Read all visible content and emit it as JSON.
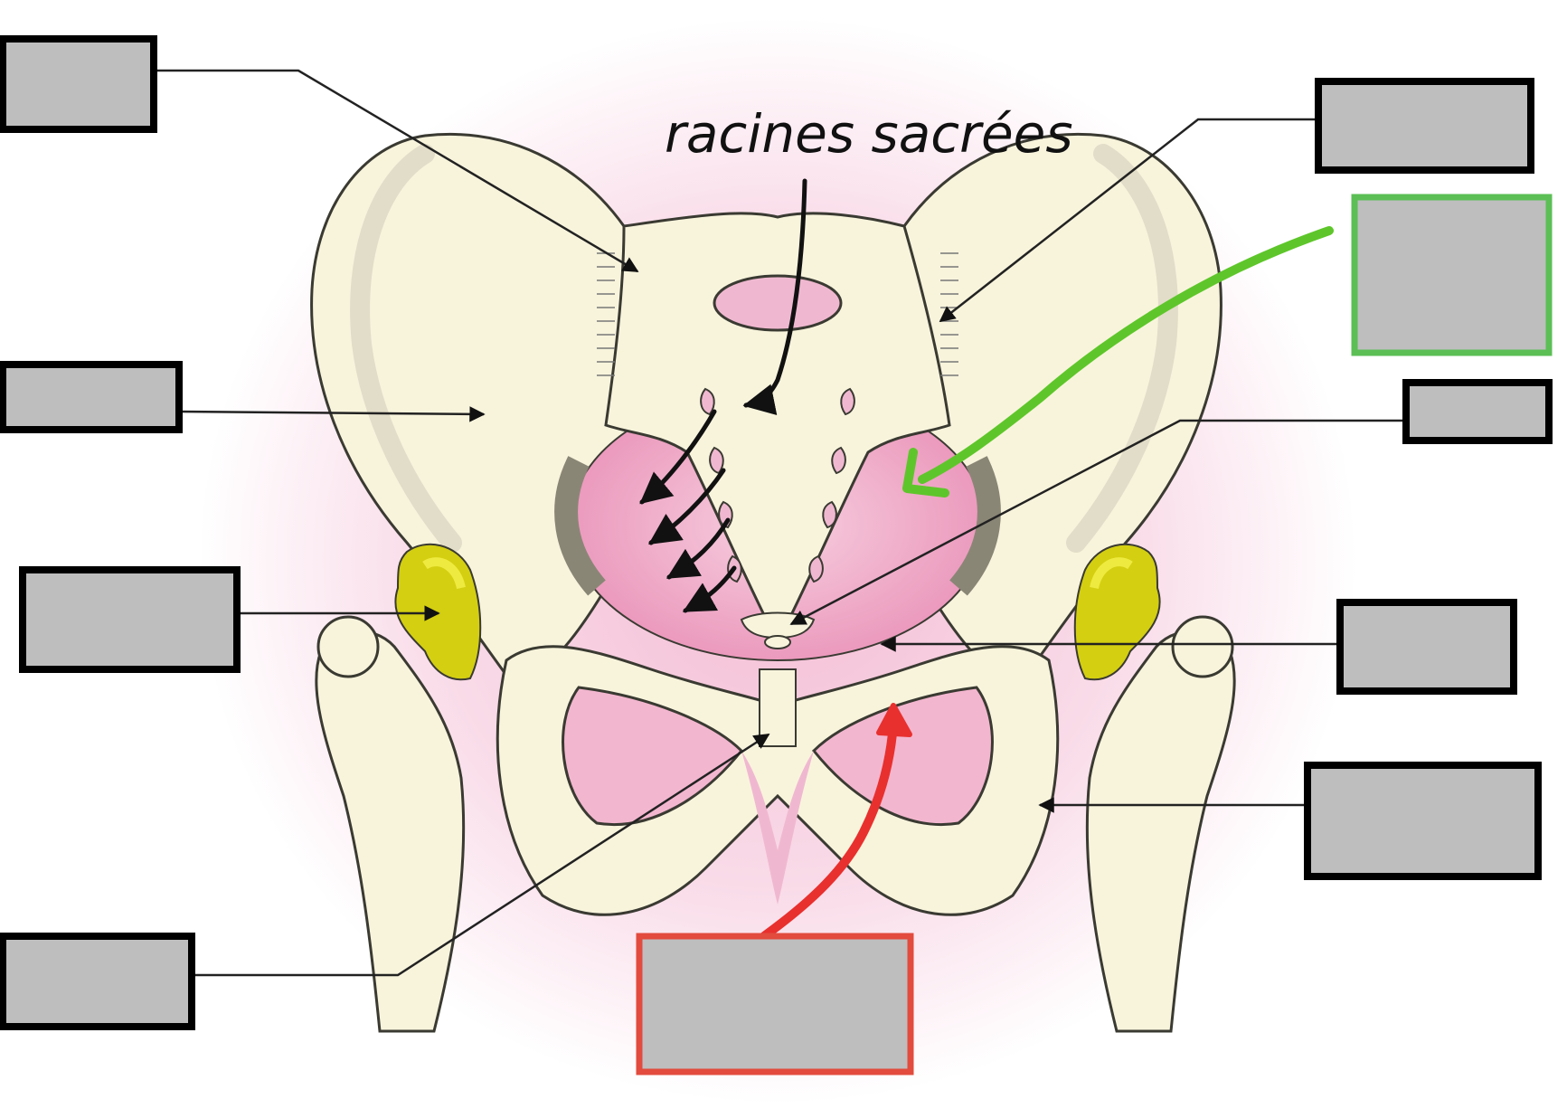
{
  "annotation": {
    "handwritten_label": "racines sacrées"
  },
  "colors": {
    "bone_fill": "#f8f4dc",
    "bone_shade": "#e2ddc8",
    "bone_outline": "#3a3a32",
    "cavity_pink": "#f0b8d0",
    "background_pink": "#f7d3e2",
    "joint_yellow": "#d4cf10",
    "dark_shadow": "#8a8676",
    "label_box_fill": "#bebebe",
    "label_box_border": "#000000",
    "highlight_green": "#4dc23c",
    "highlight_red": "#e8302e"
  },
  "label_boxes": [
    {
      "id": "box-top-left",
      "border": "black"
    },
    {
      "id": "box-mid-left",
      "border": "black"
    },
    {
      "id": "box-left-hip",
      "border": "black"
    },
    {
      "id": "box-bottom-left",
      "border": "black"
    },
    {
      "id": "box-top-right",
      "border": "black"
    },
    {
      "id": "box-green-right",
      "border": "green"
    },
    {
      "id": "box-small-right",
      "border": "black"
    },
    {
      "id": "box-right-mid",
      "border": "black"
    },
    {
      "id": "box-right-lower",
      "border": "black"
    },
    {
      "id": "box-red-bottom",
      "border": "red"
    }
  ]
}
